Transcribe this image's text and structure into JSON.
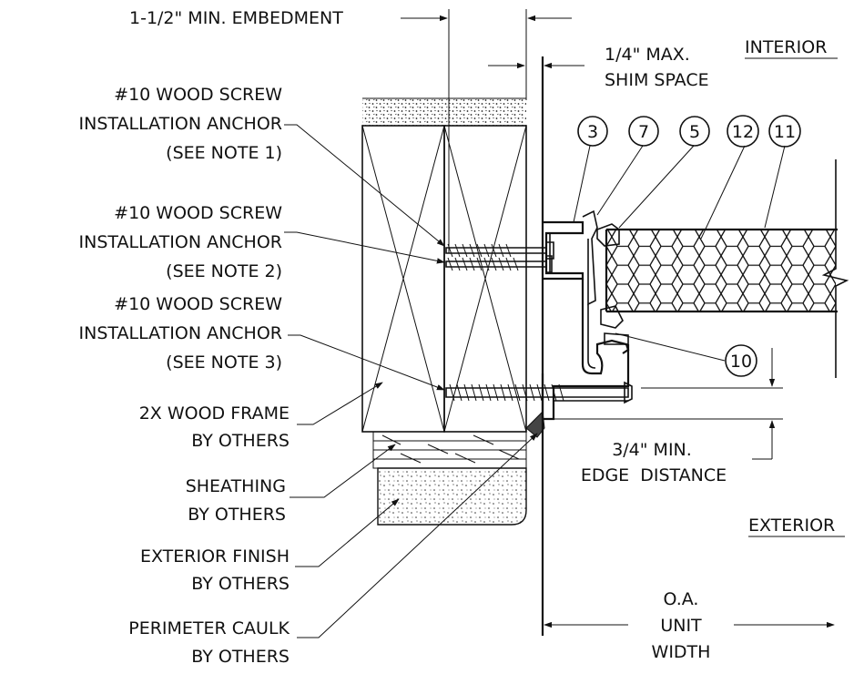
{
  "labels": {
    "embedment": "1-1/2\" MIN. EMBEDMENT",
    "shim_line1": "1/4\" MAX.",
    "shim_line2": "SHIM SPACE",
    "interior": "INTERIOR",
    "exterior": "EXTERIOR",
    "anchor1": [
      "#10 WOOD SCREW",
      "INSTALLATION ANCHOR",
      "(SEE NOTE 1)"
    ],
    "anchor2": [
      "#10 WOOD SCREW",
      "INSTALLATION ANCHOR",
      "(SEE NOTE 2)"
    ],
    "anchor3": [
      "#10 WOOD SCREW",
      "INSTALLATION ANCHOR",
      "(SEE NOTE 3)"
    ],
    "wood_frame": [
      "2X WOOD FRAME",
      "BY OTHERS"
    ],
    "sheathing": [
      "SHEATHING",
      "BY OTHERS"
    ],
    "exterior_finish": [
      "EXTERIOR FINISH",
      "BY OTHERS"
    ],
    "perimeter_caulk": [
      "PERIMETER CAULK",
      "BY OTHERS"
    ],
    "edge_distance": [
      "3/4\" MIN.",
      "EDGE  DISTANCE"
    ],
    "oa_width": [
      "O.A.",
      "UNIT",
      "WIDTH"
    ]
  },
  "callouts": [
    "3",
    "7",
    "5",
    "12",
    "11",
    "10"
  ]
}
